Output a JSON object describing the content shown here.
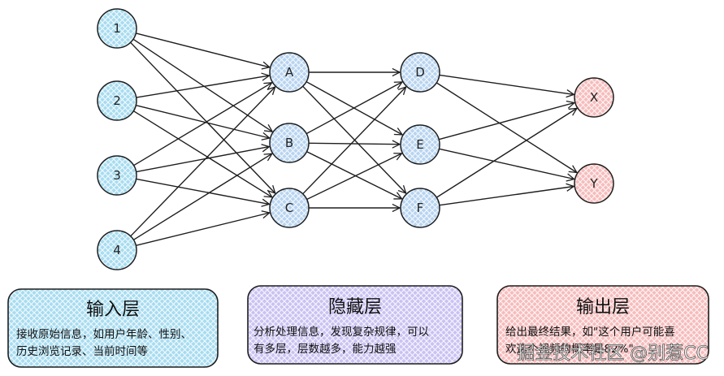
{
  "colors": {
    "input": "#a7dcf0",
    "hidden_1": "#b8d4f0",
    "hidden_2": "#b8d4f0",
    "output": "#f6bcbc",
    "input_box": "#a7dcf0",
    "hidden_box": "#c9c2f2",
    "output_box": "#f6bcbc",
    "stroke": "#1e1e1e"
  },
  "layers": [
    {
      "id": "input",
      "nodes": [
        "1",
        "2",
        "3",
        "4"
      ]
    },
    {
      "id": "hidden_1",
      "nodes": [
        "A",
        "B",
        "C"
      ]
    },
    {
      "id": "hidden_2",
      "nodes": [
        "D",
        "E",
        "F"
      ]
    },
    {
      "id": "output",
      "nodes": [
        "X",
        "Y"
      ]
    }
  ],
  "boxes": {
    "input": {
      "title": "输入层",
      "lines": [
        "接收原始信息，如用户年龄、性别、",
        "历史浏览记录、当前时间等"
      ]
    },
    "hidden": {
      "title": "隐藏层",
      "lines": [
        "分析处理信息，发现复杂规律，可以",
        "有多层，层数越多，能力越强"
      ]
    },
    "output": {
      "title": "输出层",
      "lines": [
        "给出最终结果，如\"这个用户可能喜",
        "欢这个视频的概率是82%\""
      ]
    }
  },
  "watermark": "掘金技术社区 @别惹CC"
}
